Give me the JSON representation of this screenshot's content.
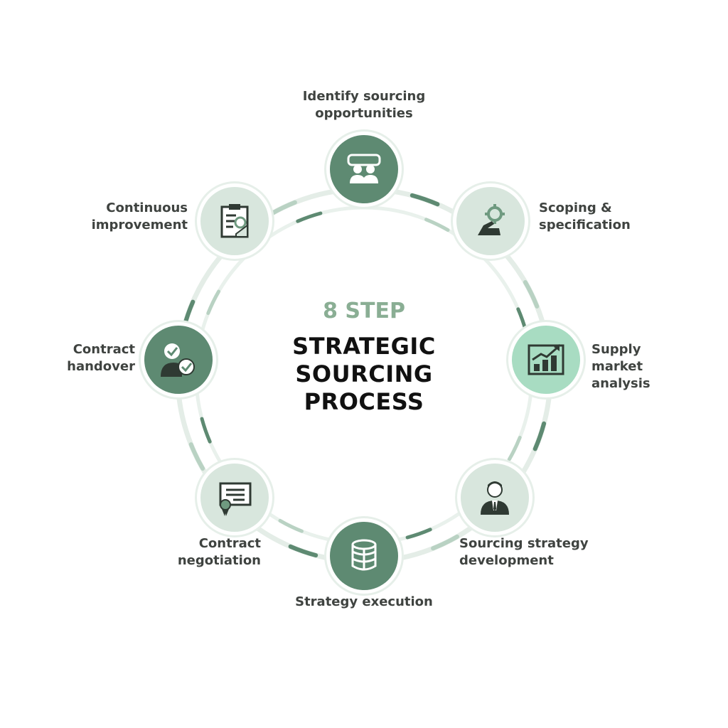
{
  "center": {
    "eyebrow": "8 STEP",
    "line1": "STRATEGIC",
    "line2": "SOURCING",
    "line3": "PROCESS"
  },
  "steps": [
    {
      "label": "Identify sourcing\nopportunities",
      "icon": "people-frame-icon"
    },
    {
      "label": "Scoping &\nspecification",
      "icon": "gear-hand-icon"
    },
    {
      "label": "Supply\nmarket\nanalysis",
      "icon": "bar-chart-icon"
    },
    {
      "label": "Sourcing strategy\ndevelopment",
      "icon": "businessman-icon"
    },
    {
      "label": "Strategy execution",
      "icon": "cylinder-stack-icon"
    },
    {
      "label": "Contract\nnegotiation",
      "icon": "certificate-icon"
    },
    {
      "label": "Contract\nhandover",
      "icon": "person-checkmarks-icon"
    },
    {
      "label": "Continuous\nimprovement",
      "icon": "clipboard-icon"
    }
  ],
  "colors": {
    "dark_green": "#5e8a72",
    "mid_green": "#8fbca3",
    "light_green": "#d8e6dd",
    "mint": "#a8dcc2",
    "eyebrow_green": "#8aae94",
    "title_black": "#111111",
    "label_gray": "#3f4340",
    "ring_light": "#dde8e1"
  }
}
